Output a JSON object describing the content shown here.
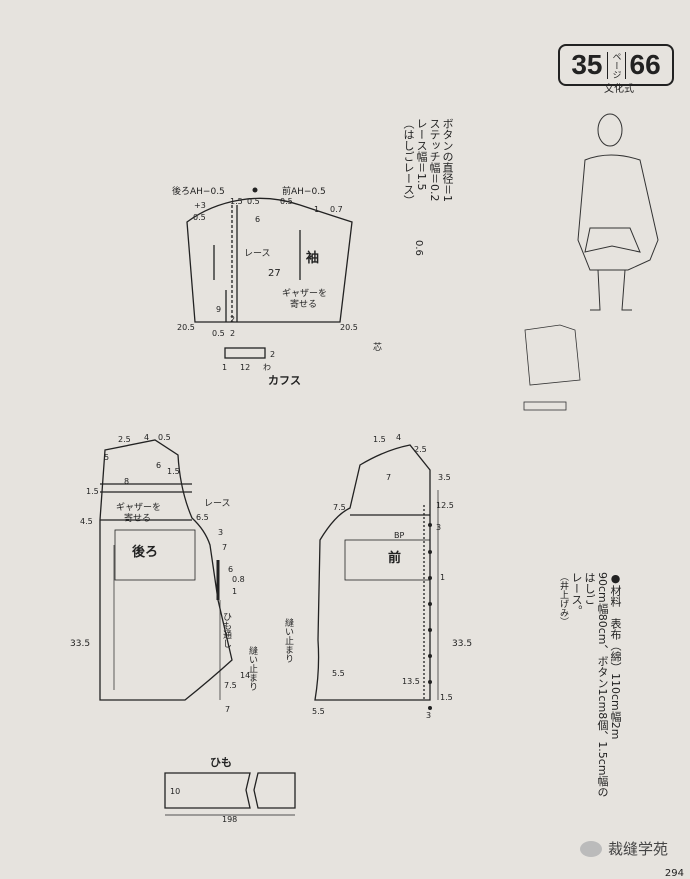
{
  "badge": {
    "page": "35",
    "page_unit": "ページ",
    "pattern": "66"
  },
  "school": "文化式",
  "button_notes": [
    "ボタンの直径＝1",
    "ステッチ幅＝0.2",
    "レース幅＝1.5",
    "（はしごレース）"
  ],
  "stitch_values": [
    "0.6"
  ],
  "materials": [
    "●材料　表布（綿）110cm幅2m",
    "90cm幅80cm、ボタン1cm8個、1.5cm幅のはしご",
    "レース。",
    "（井上げみ）"
  ],
  "sleeve": {
    "label": "袖",
    "lace": "レース",
    "gather": "ギャザーを",
    "gather2": "寄せる",
    "back_ah": "後ろAH−0.5",
    "front_ah": "前AH−0.5",
    "len": "27",
    "m": [
      "0.5",
      "1.5",
      "0.5",
      "0.5",
      "1",
      "0.7",
      "9",
      "2",
      "20.5",
      "20.5",
      "0.5",
      "2",
      "6",
      "+3"
    ]
  },
  "cuff": {
    "label": "カフス",
    "m": [
      "2",
      "12",
      "1",
      "わ"
    ]
  },
  "back": {
    "label": "後ろ",
    "lace": "レース",
    "gather": "ギャザーを",
    "gather2": "寄せる",
    "tie": "ひも通し",
    "stop": "縫い止まり",
    "len": "33.5",
    "m": [
      "2.5",
      "4",
      "0.5",
      "6",
      "1.5",
      "5",
      "8",
      "1.5",
      "4.5",
      "6.5",
      "3",
      "7",
      "6",
      "0.8",
      "1",
      "14",
      "7.5",
      "7"
    ]
  },
  "front": {
    "label": "前",
    "bp": "BP",
    "stop": "縫い止まり",
    "len": "33.5",
    "m": [
      "1.5",
      "4",
      "2.5",
      "7",
      "3.5",
      "12.5",
      "7.5",
      "3",
      "1",
      "5.5",
      "13.5",
      "1.5",
      "5.5",
      "3"
    ]
  },
  "himo": {
    "label": "ひも",
    "w": "10",
    "len": "198"
  },
  "shin": "芯",
  "watermark": "裁缝学苑",
  "page_number": "294"
}
